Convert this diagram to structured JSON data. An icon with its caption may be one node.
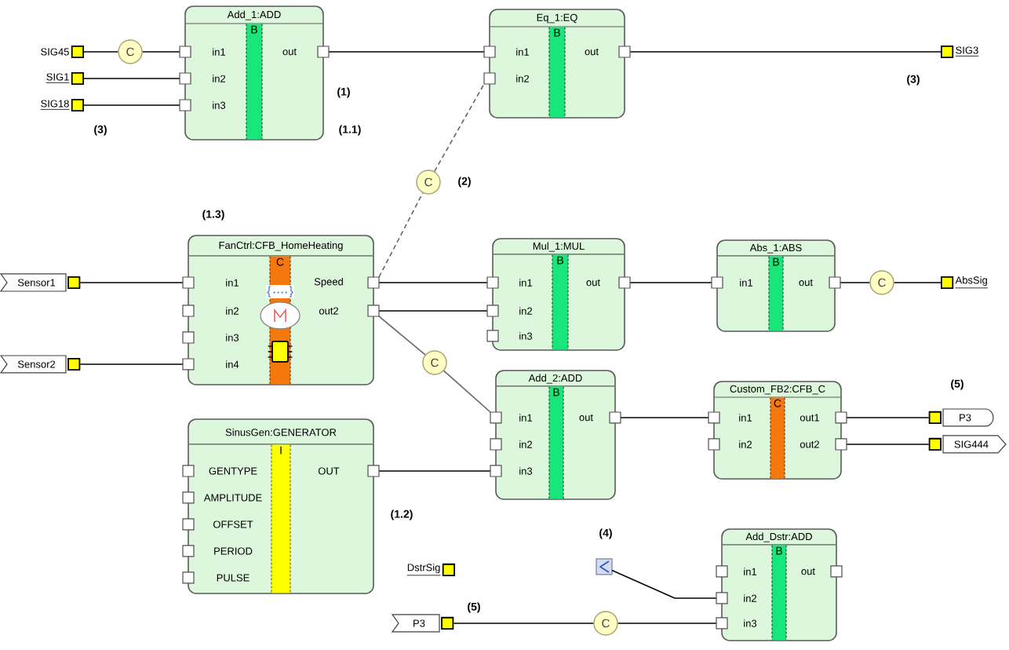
{
  "diagram": {
    "nodes": [
      {
        "text": [
          "SIG45"
        ]
      },
      {
        "text": [
          "C"
        ]
      },
      {
        "text": [
          "Add_1:ADD",
          "B",
          "in1",
          "in2",
          "in3",
          "out"
        ]
      },
      {
        "text": [
          "Eq_1:EQ",
          "B",
          "in1",
          "in2",
          "out"
        ]
      },
      {
        "text": [
          "SIG3"
        ]
      },
      {
        "text": [
          "SIG1"
        ]
      },
      {
        "text": [
          "SIG18"
        ]
      },
      {
        "text": [
          "C"
        ]
      },
      {
        "text": [
          "FanCtrl:CFB_HomeHeating",
          "C",
          "in1",
          "in2",
          "in3",
          "in4",
          "Speed",
          "out2"
        ]
      },
      {
        "text": [
          "Mul_1:MUL",
          "B",
          "in1",
          "in2",
          "in3",
          "out"
        ]
      },
      {
        "text": [
          "Abs_1:ABS",
          "B",
          "in1",
          "out"
        ]
      },
      {
        "text": [
          "C"
        ]
      },
      {
        "text": [
          "AbsSig"
        ]
      },
      {
        "text": [
          "Sensor1"
        ]
      },
      {
        "text": [
          "Sensor2"
        ]
      },
      {
        "text": [
          "C"
        ]
      },
      {
        "text": [
          "Add_2:ADD",
          "B",
          "in1",
          "in2",
          "in3",
          "out"
        ]
      },
      {
        "text": [
          "Custom_FB2:CFB_C",
          "C",
          "in1",
          "in2",
          "out1",
          "out2"
        ]
      },
      {
        "text": [
          "P3"
        ]
      },
      {
        "text": [
          "SIG444"
        ]
      },
      {
        "text": [
          "SinusGen:GENERATOR",
          "I",
          "GENTYPE",
          "AMPLITUDE",
          "OFFSET",
          "PERIOD",
          "PULSE",
          "OUT"
        ]
      },
      {
        "text": [],
        "shape": "box"
      },
      {
        "text": [
          "DstrSig"
        ]
      },
      {
        "text": [
          "Add_Dstr:ADD",
          "B",
          "in1",
          "in2",
          "in3",
          "out"
        ]
      },
      {
        "text": [
          "P3"
        ]
      },
      {
        "text": [
          "C"
        ]
      }
    ],
    "edges": [
      {
        "from": 0,
        "to": 1,
        "arrow": "none"
      },
      {
        "from": 1,
        "to": 2,
        "arrow": "none"
      },
      {
        "from": 5,
        "to": 2,
        "arrow": "none"
      },
      {
        "from": 6,
        "to": 2,
        "arrow": "none"
      },
      {
        "from": 2,
        "to": 3,
        "arrow": "none"
      },
      {
        "from": 3,
        "to": 4,
        "arrow": "none"
      },
      {
        "from": 8,
        "to": 7,
        "arrow": "none",
        "style": "dashed",
        "color": "#666666"
      },
      {
        "from": 7,
        "to": 3,
        "arrow": "none",
        "style": "dashed",
        "color": "#666666"
      },
      {
        "from": 13,
        "to": 8,
        "arrow": "none"
      },
      {
        "from": 14,
        "to": 8,
        "arrow": "none"
      },
      {
        "from": 8,
        "to": 9,
        "arrow": "none"
      },
      {
        "from": 8,
        "to": 9,
        "arrow": "none"
      },
      {
        "from": 9,
        "to": 10,
        "arrow": "none"
      },
      {
        "from": 10,
        "to": 11,
        "arrow": "none"
      },
      {
        "from": 11,
        "to": 12,
        "arrow": "none"
      },
      {
        "from": 8,
        "to": 15,
        "arrow": "none",
        "color": "#666666"
      },
      {
        "from": 15,
        "to": 16,
        "arrow": "none",
        "color": "#666666"
      },
      {
        "from": 20,
        "to": 16,
        "arrow": "none"
      },
      {
        "from": 16,
        "to": 17,
        "arrow": "none"
      },
      {
        "from": 17,
        "to": 18,
        "arrow": "none"
      },
      {
        "from": 17,
        "to": 19,
        "arrow": "none"
      },
      {
        "from": 21,
        "to": 23,
        "arrow": "none"
      },
      {
        "from": 24,
        "to": 25,
        "arrow": "none"
      },
      {
        "from": 25,
        "to": 23,
        "arrow": "none"
      }
    ],
    "labels": [
      "(3)",
      "(1)",
      "(3)",
      "(1.1)",
      "(2)",
      "(1.3)",
      "(5)",
      "(1.2)",
      "(4)",
      "(5)"
    ]
  }
}
